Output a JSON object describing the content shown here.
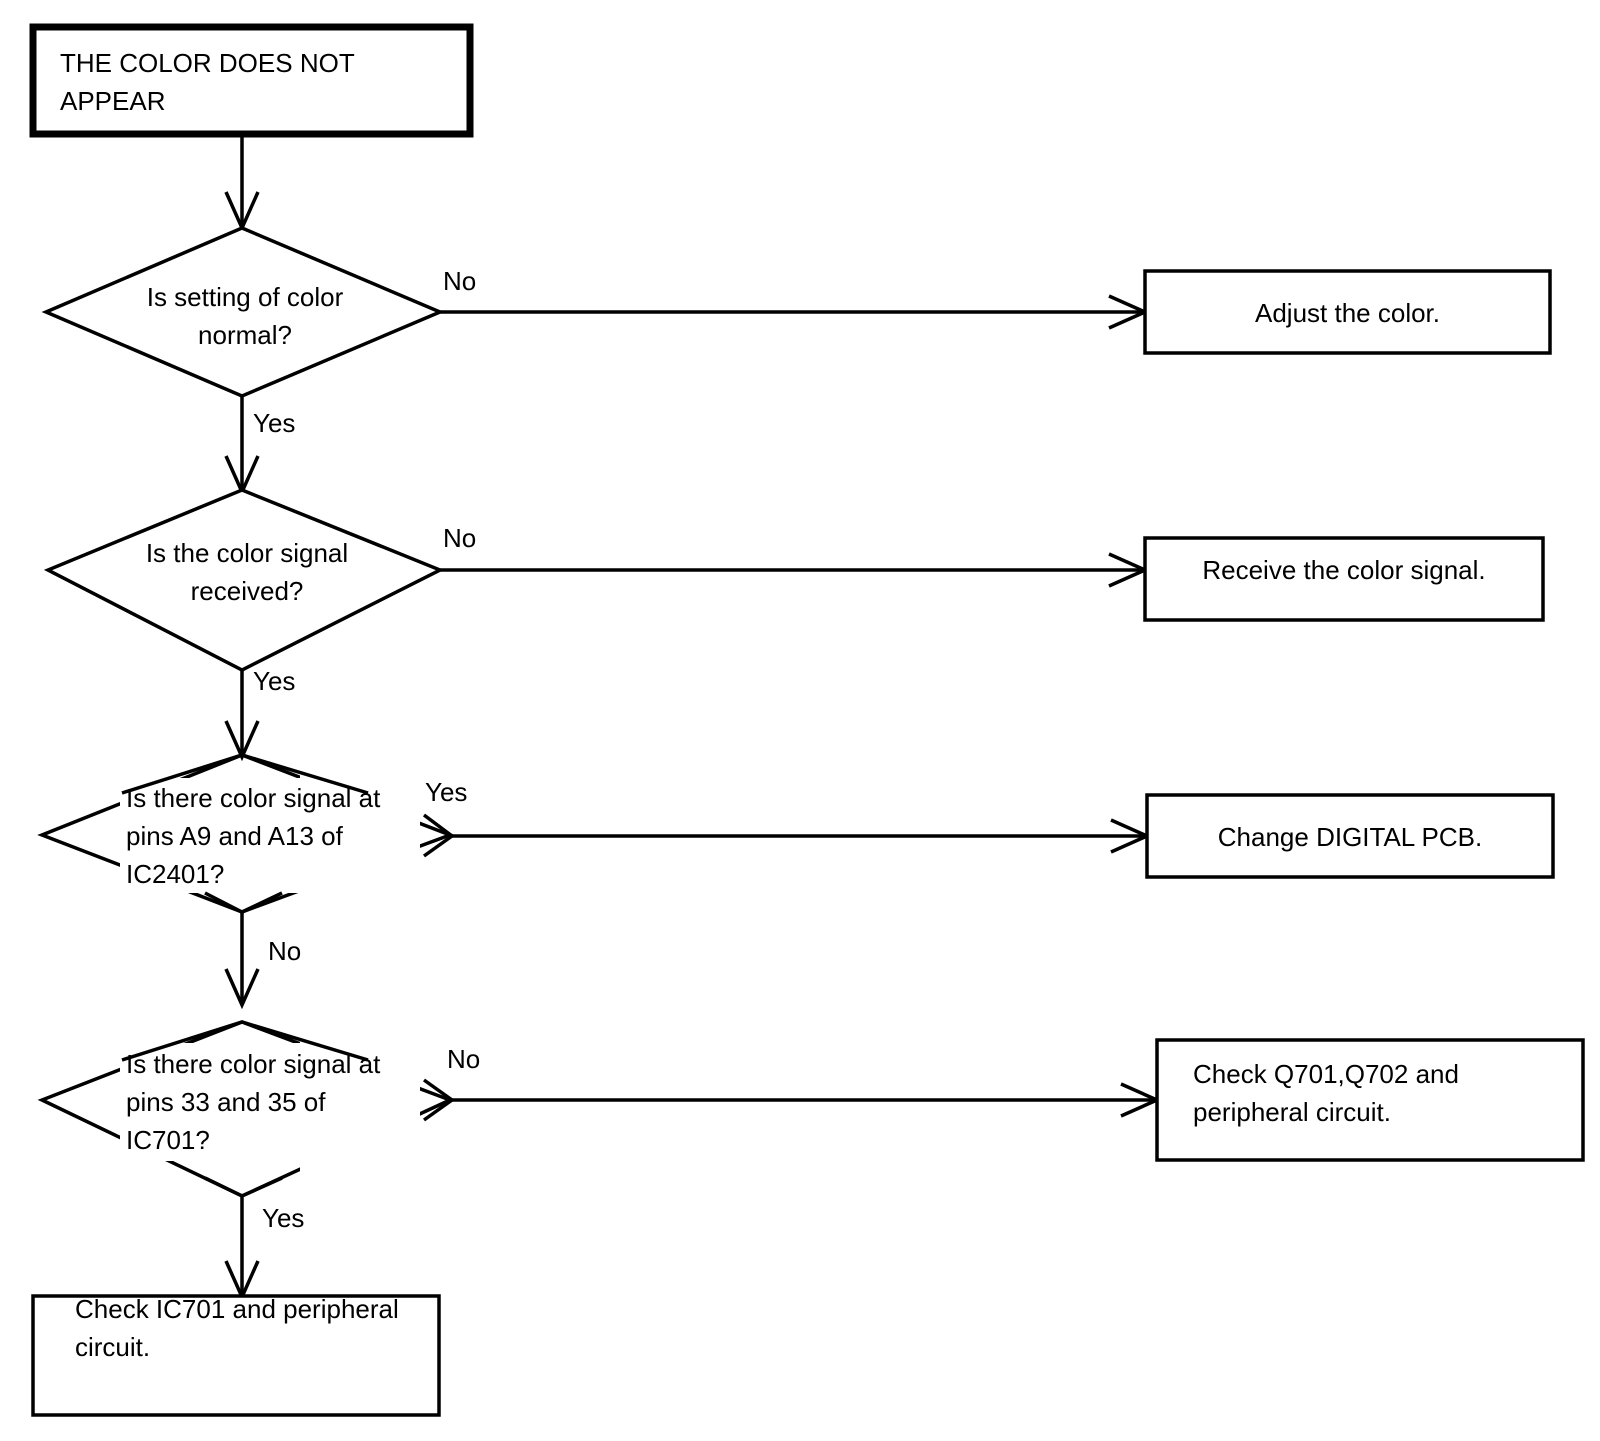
{
  "diagram": {
    "title_box": {
      "text": "THE COLOR DOES NOT APPEAR"
    },
    "decisions": [
      {
        "id": "d1",
        "text": "Is setting of color normal?",
        "yes_label": "Yes",
        "no_label": "No"
      },
      {
        "id": "d2",
        "text": "Is the color signal received?",
        "yes_label": "Yes",
        "no_label": "No"
      },
      {
        "id": "d3",
        "text": "Is there color signal at pins A9 and A13 of IC2401?",
        "yes_label": "Yes",
        "no_label": "No"
      },
      {
        "id": "d4",
        "text": "Is there color signal at pins 33 and 35 of IC701?",
        "yes_label": "No",
        "no_label": "Yes"
      }
    ],
    "actions": [
      {
        "id": "a1",
        "text": "Adjust the color."
      },
      {
        "id": "a2",
        "text": "Receive the color signal."
      },
      {
        "id": "a3",
        "text": "Change DIGITAL PCB."
      },
      {
        "id": "a4",
        "text": "Check Q701,Q702 and peripheral circuit."
      },
      {
        "id": "a5",
        "text": "Check IC701 and peripheral circuit."
      }
    ],
    "edge_labels": {
      "d1_no": "No",
      "d1_yes": "Yes",
      "d2_no": "No",
      "d2_yes": "Yes",
      "d3_yes": "Yes",
      "d3_no": "No",
      "d4_no": "No",
      "d4_yes": "Yes"
    },
    "colors": {
      "stroke": "#000000",
      "text": "#000000",
      "background": "#ffffff"
    }
  }
}
